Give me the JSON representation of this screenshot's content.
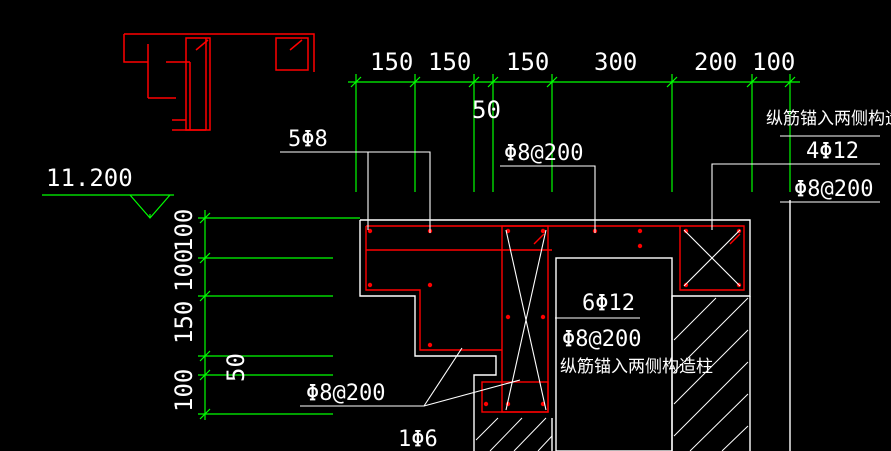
{
  "colors": {
    "background": "#000000",
    "dimension_lines": "#00ff00",
    "outline": "#ffffff",
    "rebar": "#ff0000",
    "text": "#ffffff"
  },
  "dimensions_top": [
    "150",
    "150",
    "150",
    "300",
    "200",
    "100"
  ],
  "dimension_50_top": "50",
  "dimensions_left": [
    "100",
    "100",
    "150",
    "50",
    "100"
  ],
  "elevation": "11.200",
  "labels": {
    "top_left_stirrup": "5Φ8",
    "mid_stirrup": "Φ8@200",
    "right_note": "纵筋锚入两侧构造柱",
    "right_bars": "4Φ12",
    "right_stirrup": "Φ8@200",
    "center_bars": "6Φ12",
    "center_stirrup": "Φ8@200",
    "center_note": "纵筋锚入两侧构造柱",
    "bottom_stirrup": "Φ8@200",
    "bottom_bar": "1Φ6"
  }
}
